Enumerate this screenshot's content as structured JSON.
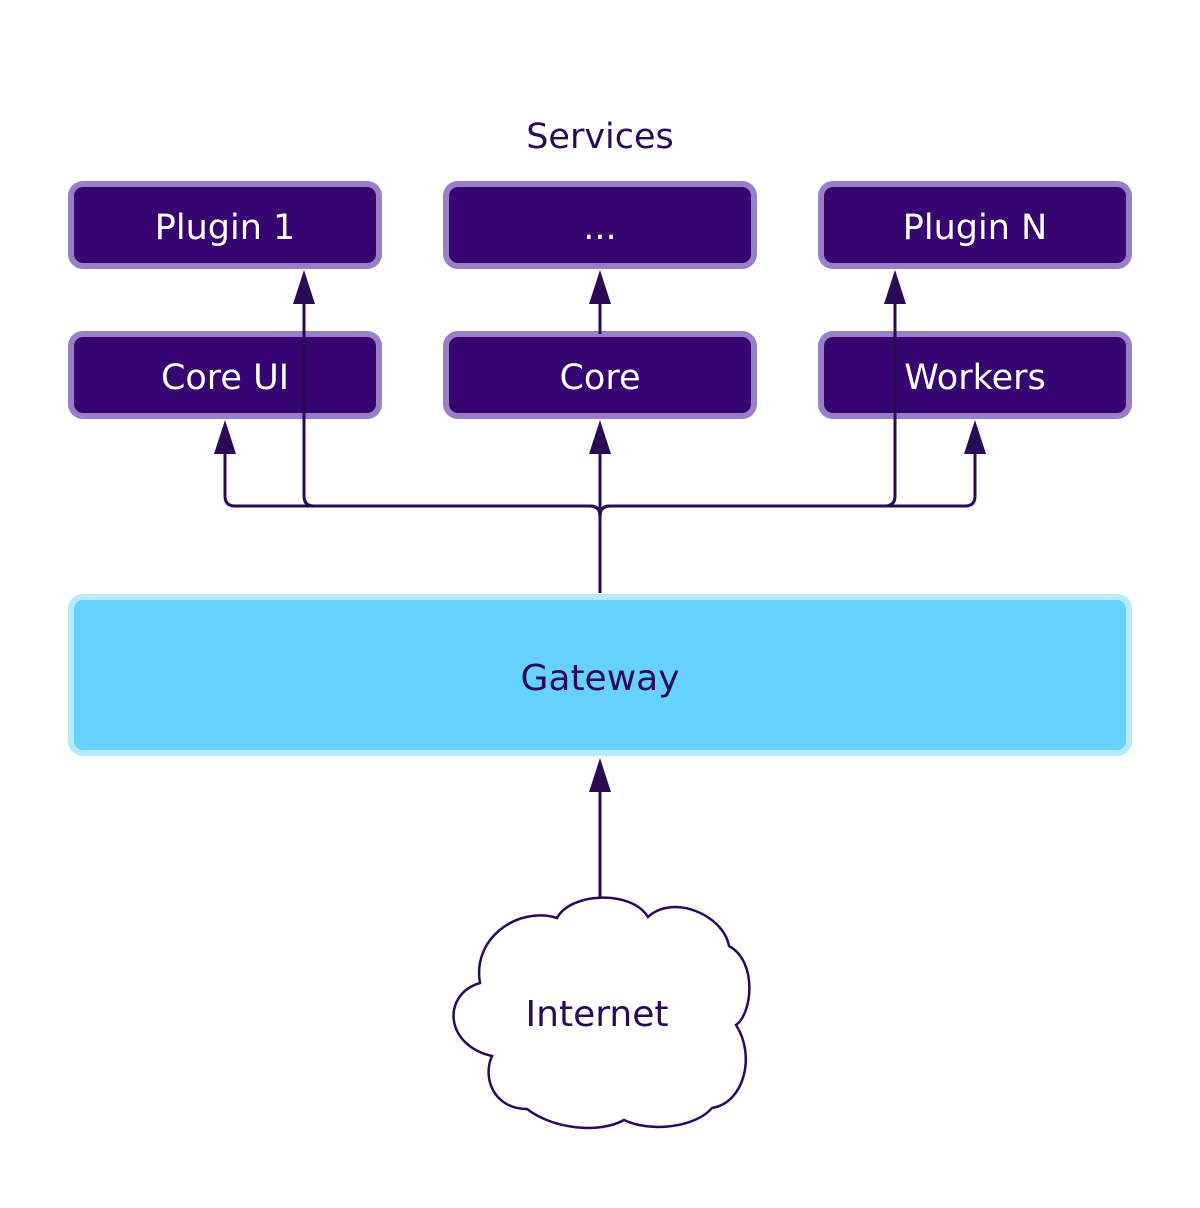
{
  "diagram": {
    "title": "Services",
    "plugins": [
      "Plugin 1",
      "...",
      "Plugin N"
    ],
    "components": [
      "Core UI",
      "Core",
      "Workers"
    ],
    "gateway": "Gateway",
    "internet": "Internet"
  },
  "colors": {
    "service_fill": "#370572",
    "service_border": "#9a7ec8",
    "gateway_fill": "#66d0ff",
    "gateway_border": "#b6eaff",
    "line": "#2a0a55",
    "text_dark": "#2a0a55",
    "text_light": "#ffffff"
  }
}
